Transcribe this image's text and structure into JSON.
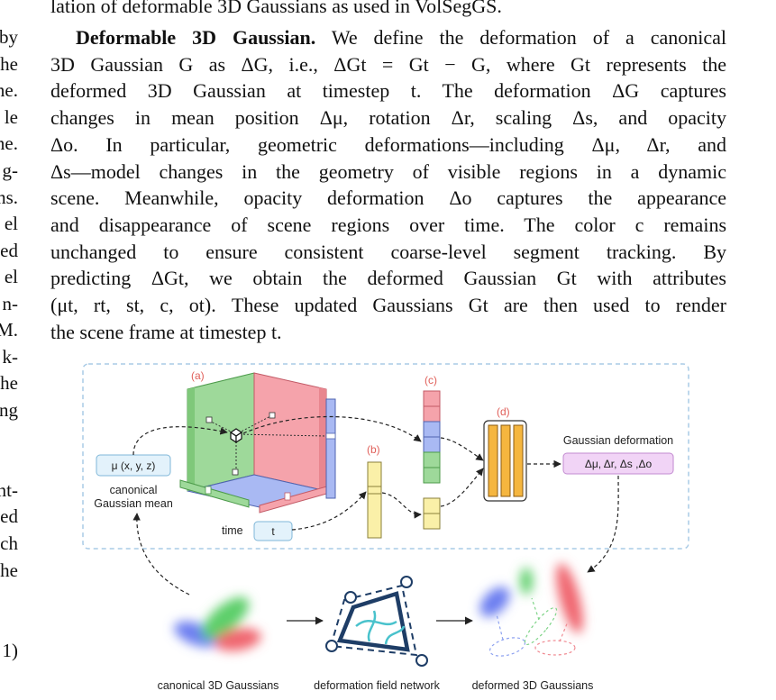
{
  "left_column_fragments": [
    "by",
    "he",
    "ne.",
    "le",
    "ne.",
    "g-",
    "ns.",
    "el",
    "ed",
    "el",
    "n-",
    "M.",
    "k-",
    "he",
    "ng",
    "nt-",
    "ed",
    "ch",
    "he",
    "1)"
  ],
  "top_line": "lation of deformable 3D Gaussians as used in VolSegGS.",
  "section": {
    "heading": "Deformable 3D Gaussian.",
    "lines": [
      " We define the deformation of a canonical",
      "3D Gaussian G as ΔG, i.e., ΔGt = Gt − G, where Gt represents the",
      "deformed 3D Gaussian at timestep t. The deformation ΔG captures",
      "changes in mean position Δμ, rotation Δr, scaling Δs, and opacity",
      "Δo. In particular, geometric deformations—including Δμ, Δr, and",
      "Δs—model changes in the geometry of visible regions in a dynamic",
      "scene. Meanwhile, opacity deformation Δo captures the appearance",
      "and disappearance of scene regions over time. The color c remains",
      "unchanged to ensure consistent coarse-level segment tracking. By",
      "predicting ΔGt, we obtain the deformed Gaussian Gt with attributes",
      "(μt, rt, st, c, ot). These updated Gaussians Gt are then used to render",
      "the scene frame at timestep t."
    ]
  },
  "figure": {
    "labels": {
      "a": "(a)",
      "b": "(b)",
      "c": "(c)",
      "d": "(d)"
    },
    "mean_box": "μ (x, y, z)",
    "mean_caption_1": "canonical",
    "mean_caption_2": "Gaussian mean",
    "time_label": "time",
    "time_box": "t",
    "deformation_title": "Gaussian deformation",
    "deformation_box": "Δμ, Δr, Δs ,Δo",
    "bottom_captions": [
      "canonical 3D Gaussians",
      "deformation field network",
      "deformed 3D Gaussians"
    ],
    "colors": {
      "green_plane": "#9ed99a",
      "red_plane": "#f5a3ab",
      "blue_plane": "#a9b9f3",
      "yellow_bar": "#faf0a8",
      "orange_bar": "#f5b63f",
      "navy": "#1e3d66",
      "teal": "#49c2cc",
      "box_blue": "#e3f2fb",
      "box_purple": "#f1d4f6",
      "dash_frame": "#a9cbe6",
      "label_red": "#e0605a"
    }
  }
}
